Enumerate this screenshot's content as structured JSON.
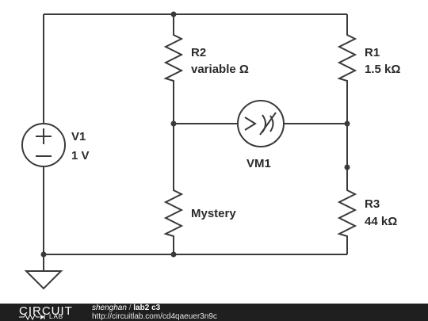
{
  "components": {
    "v1": {
      "name": "V1",
      "value": "1 V"
    },
    "r2": {
      "name": "R2",
      "value": "variable Ω"
    },
    "r1": {
      "name": "R1",
      "value": "1.5 kΩ"
    },
    "vm1": {
      "name": "VM1"
    },
    "mystery": {
      "name": "Mystery"
    },
    "r3": {
      "name": "R3",
      "value": "44 kΩ"
    }
  },
  "footer": {
    "logo_main": "CIRCUIT",
    "logo_sub": "LAB",
    "author": "shenghan",
    "separator": "/",
    "title": "lab2 c3",
    "url": "http://circuitlab.com/cd4qaeuer3n9c"
  },
  "colors": {
    "wire": "#3a3a3a",
    "footer_bg": "#1f1f1f"
  }
}
